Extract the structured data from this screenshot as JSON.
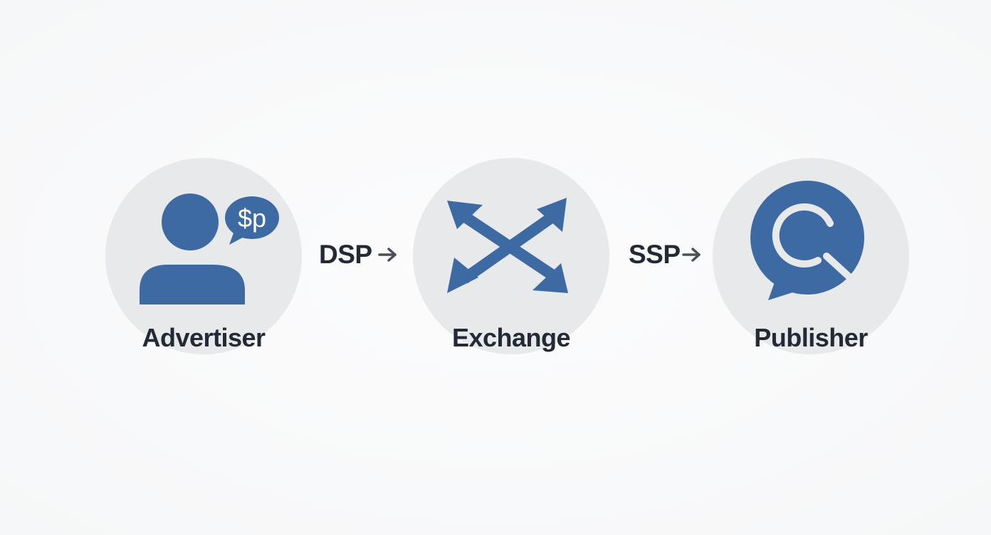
{
  "colors": {
    "accent": "#3d6aa3",
    "node_bg": "#e8e9eb",
    "text": "#232a36",
    "arrow": "#4a4f58"
  },
  "nodes": [
    {
      "label": "Advertiser",
      "icon": "user-with-speech-bubble-icon",
      "badge": "$p"
    },
    {
      "label": "Exchange",
      "icon": "four-way-arrows-icon"
    },
    {
      "label": "Publisher",
      "icon": "chat-bubble-c-icon"
    }
  ],
  "connectors": [
    {
      "label": "DSP",
      "icon": "arrow-right-icon"
    },
    {
      "label": "SSP",
      "icon": "arrow-right-icon"
    }
  ]
}
